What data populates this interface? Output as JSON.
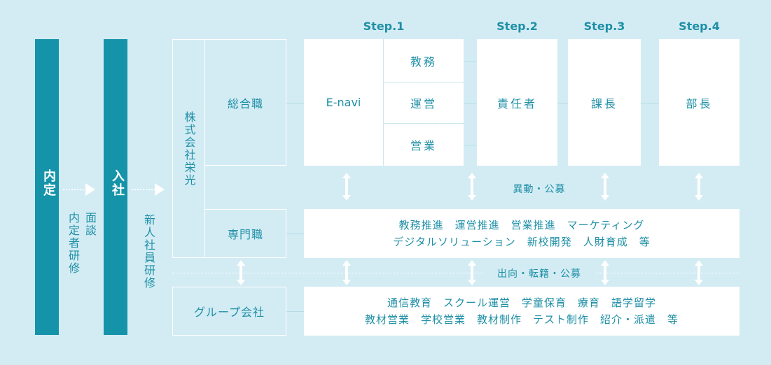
{
  "left": {
    "naitei": "内定",
    "interview": "面談",
    "naitei_training": "内定者研修",
    "nyusha": "入社",
    "new_employee_training": "新人社員研修"
  },
  "company": {
    "name": "株式会社栄光",
    "general": "総合職",
    "specialist": "専門職",
    "group": "グループ会社"
  },
  "steps": [
    "Step.1",
    "Step.2",
    "Step.3",
    "Step.4"
  ],
  "career": {
    "enavi": "E-navi",
    "depts": [
      "教務",
      "運営",
      "営業"
    ],
    "step2": "責任者",
    "step3": "課長",
    "step4": "部長"
  },
  "transfer_internal": "異動・公募",
  "specialist_roles": [
    "教務推進　運営推進　営業推進　マーケティング",
    "デジタルソリューション　新校開発　人財育成　等"
  ],
  "transfer_group": "出向・転籍・公募",
  "group_roles": [
    "通信教育　スクール運営　学童保育　療育　語学留学",
    "教材営業　学校営業　教材制作　テスト制作　紹介・派遣　等"
  ],
  "colors": {
    "background": "#d3ecf4",
    "bar": "#1593a9",
    "text": "#1f8fa6",
    "box": "#ffffff"
  }
}
